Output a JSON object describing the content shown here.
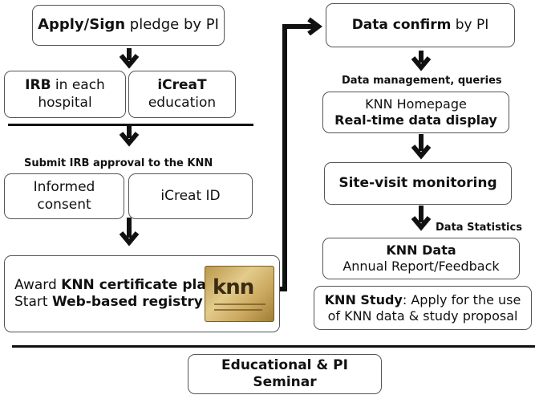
{
  "left": {
    "apply": {
      "bold": "Apply/Sign",
      "rest": " pledge by PI"
    },
    "irb": {
      "bold": "IRB",
      "rest": " in each",
      "line2": "hospital"
    },
    "icreat": {
      "bold": "iCreaT",
      "line2": "education"
    },
    "submit_label": "Submit IRB approval to the KNN",
    "consent": {
      "line1": "Informed",
      "line2": "consent"
    },
    "icreat_id": "iCreat ID",
    "award": {
      "pre1": "Award ",
      "bold1": "KNN certificate plate",
      "pre2": "Start ",
      "bold2": "Web-based registry"
    },
    "plate_logo": "knn"
  },
  "right": {
    "confirm": {
      "bold": "Data confirm",
      "rest": " by PI"
    },
    "mgmt_label": "Data management, queries",
    "homepage": {
      "line1": "KNN Homepage",
      "line2": "Real-time data display"
    },
    "monitoring": "Site-visit monitoring",
    "stats_label": "Data Statistics",
    "knn_data": {
      "line1": "KNN Data",
      "line2": "Annual Report/Feedback"
    },
    "study": {
      "bold": "KNN Study",
      "rest": ": Apply for the use",
      "line2": "of KNN data & study proposal"
    }
  },
  "bottom": {
    "seminar": "Educational & PI Seminar"
  },
  "colors": {
    "line": "#111111",
    "box_border": "#555555"
  }
}
